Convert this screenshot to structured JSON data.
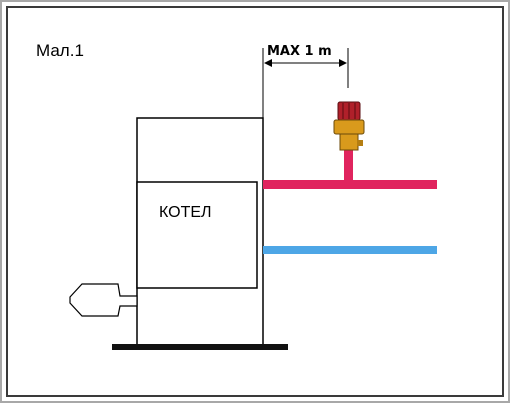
{
  "figure": {
    "caption": "Мал.1",
    "boiler_label": "КОТЕЛ",
    "dimension_label": "MAX 1 m"
  },
  "colors": {
    "frame_outer": "#a8a8a8",
    "frame_inner": "#3a3a3a",
    "background": "#ffffff",
    "outline": "#000000",
    "supply_pipe": "#e0245e",
    "return_pipe": "#4da6e6",
    "valve_body": "#d99a1c",
    "valve_cap": "#b0202a",
    "boiler_fill": "#ffffff",
    "base_plate": "#111111",
    "burner": "#ffffff"
  }
}
